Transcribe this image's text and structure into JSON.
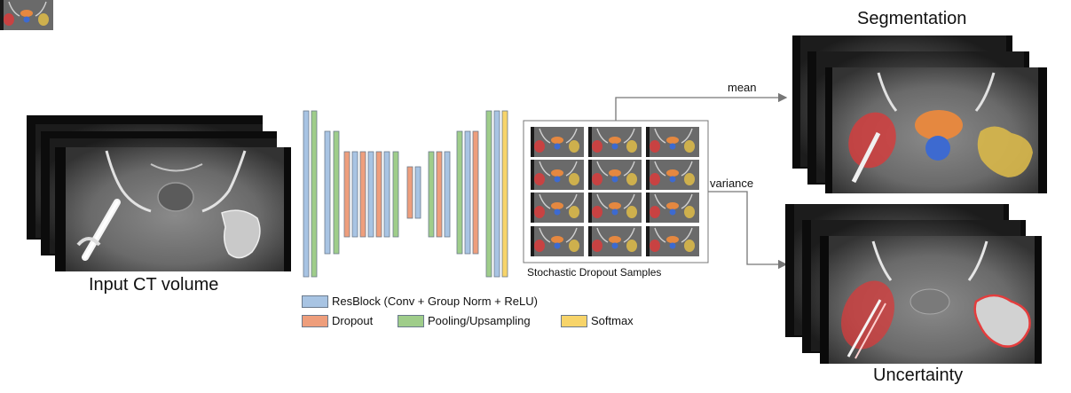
{
  "labels": {
    "input": "Input CT volume",
    "segmentation": "Segmentation",
    "uncertainty": "Uncertainty",
    "samples": "Stochastic Dropout Samples",
    "mean": "mean",
    "variance": "variance"
  },
  "legend": [
    {
      "label": "ResBlock (Conv + Group Norm + ReLU)",
      "color": "#a8c4e3"
    },
    {
      "label": "Dropout",
      "color": "#ee9e7c"
    },
    {
      "label": "Pooling/Upsampling",
      "color": "#9fcd8a"
    },
    {
      "label": "Softmax",
      "color": "#f7d46a"
    }
  ],
  "colors": {
    "resblock": "#a8c4e3",
    "dropout": "#ee9e7c",
    "pooling": "#9fcd8a",
    "softmax": "#f7d46a",
    "seg_red": "#d83b3b",
    "seg_orange": "#e58840",
    "seg_blue": "#3d6ad0",
    "seg_yellow": "#d9b84a"
  }
}
